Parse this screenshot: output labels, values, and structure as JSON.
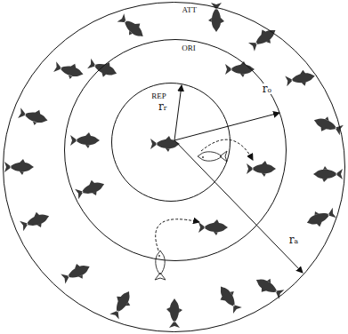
{
  "diagram": {
    "nodes": [
      {
        "text": [
          "ATT"
        ]
      },
      {
        "text": [
          "ORI"
        ],
        "in": 0
      },
      {
        "text": [
          "REP"
        ],
        "in": 1
      }
    ],
    "labels": [
      "rᵣ",
      "rₒ",
      "rₐ"
    ]
  }
}
